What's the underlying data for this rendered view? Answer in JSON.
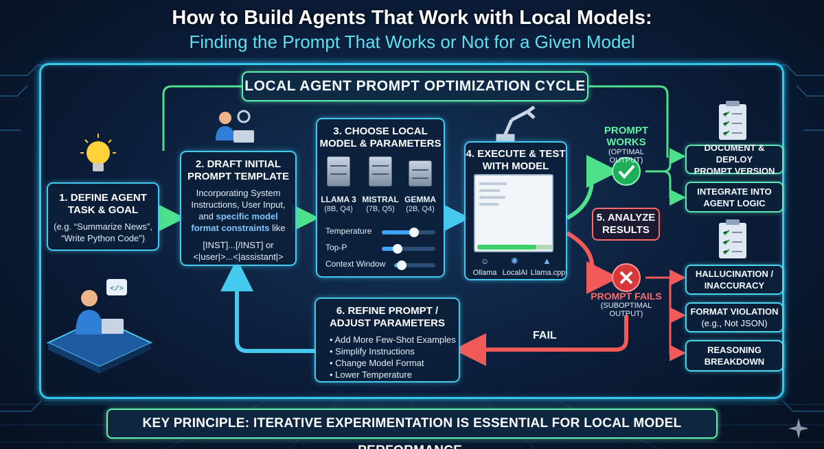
{
  "title": "How to Build Agents That Work with Local Models:",
  "subtitle": "Finding the Prompt That Works or Not for a Given Model",
  "cycle_title": "LOCAL AGENT PROMPT OPTIMIZATION CYCLE",
  "step1": {
    "title_line1": "1. DEFINE AGENT",
    "title_line2": "TASK & GOAL",
    "example_line1": "(e.g. “Summarize News”,",
    "example_line2": "“Write Python Code”)"
  },
  "step2": {
    "title_line1": "2. DRAFT INITIAL",
    "title_line2": "PROMPT TEMPLATE",
    "text_line1": "Incorporating System",
    "text_line2": "Instructions, User Input,",
    "text_line3a": "and ",
    "text_line3b": "specific model",
    "text_line4a": "format constraints",
    "text_line4b": " like",
    "code_line1": "[INST]...[/INST] or",
    "code_line2": "<|user|>...<|assistant|>"
  },
  "step3": {
    "title_line1": "3. CHOOSE LOCAL",
    "title_line2": "MODEL & PARAMETERS",
    "models": [
      {
        "name": "LLAMA 3",
        "spec": "(8B, Q4)"
      },
      {
        "name": "MISTRAL",
        "spec": "(7B, Q5)"
      },
      {
        "name": "GEMMA",
        "spec": "(2B, Q4)"
      }
    ],
    "parameters": [
      {
        "label": "Temperature",
        "level": 0.6
      },
      {
        "label": "Top-P",
        "level": 0.3
      },
      {
        "label": "Context Window",
        "level": 0.18
      }
    ]
  },
  "step4": {
    "title_line1": "4. EXECUTE & TEST",
    "title_line2": "WITH MODEL",
    "progress": 0.78,
    "tools": [
      "Ollama",
      "LocalAI",
      "Llama.cpp"
    ]
  },
  "step5": {
    "title_line1": "5. ANALYZE",
    "title_line2": "RESULTS"
  },
  "works": {
    "label_line1": "PROMPT",
    "label_line2": "WORKS",
    "sub": "(OPTIMAL OUTPUT)",
    "outcomes": [
      {
        "line1": "DOCUMENT & DEPLOY",
        "line2": "PROMPT VERSION"
      },
      {
        "line1": "INTEGRATE INTO",
        "line2": "AGENT LOGIC"
      }
    ]
  },
  "fails": {
    "label": "PROMPT FAILS",
    "sub_line1": "(SUBOPTIMAL",
    "sub_line2": "OUTPUT)",
    "outcomes": [
      {
        "line1": "HALLUCINATION /",
        "line2": "INACCURACY"
      },
      {
        "line1": "FORMAT VIOLATION",
        "line2": "(e.g., Not JSON)"
      },
      {
        "line1": "REASONING",
        "line2": "BREAKDOWN"
      }
    ]
  },
  "fail_arrow_label": "FAIL",
  "step6": {
    "title_line1": "6. REFINE PROMPT /",
    "title_line2": "ADJUST PARAMETERS",
    "items": [
      "Add More Few-Shot Examples",
      "Simplify Instructions",
      "Change Model Format",
      "Lower Temperature"
    ]
  },
  "key_principle": "KEY PRINCIPLE: ITERATIVE EXPERIMENTATION IS ESSENTIAL FOR LOCAL MODEL PERFORMANCE.",
  "colors": {
    "cyan": "#46c9ee",
    "green": "#4ee08a",
    "red": "#f25a5a",
    "title_cyan": "#5fe0f0"
  }
}
